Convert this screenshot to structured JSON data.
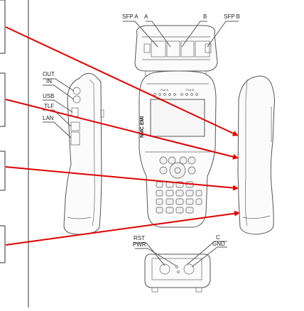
{
  "connectors": {
    "top": {
      "sfp_a": "SFP A",
      "a": "A",
      "b": "B",
      "sfp_b": "SFP B"
    },
    "left": {
      "out": "OUT",
      "in": "IN",
      "usb": "USB",
      "tlf": "TLF",
      "lan": "LAN"
    },
    "bottom": {
      "rst": "RST",
      "pwr": "PWR",
      "c": "C",
      "gnd": "GND"
    }
  },
  "device": {
    "brand": "NMC EMI",
    "port_a": "Port A",
    "port_b": "Port B"
  },
  "colors": {
    "arrow": "#e00000",
    "outline": "#555555"
  }
}
